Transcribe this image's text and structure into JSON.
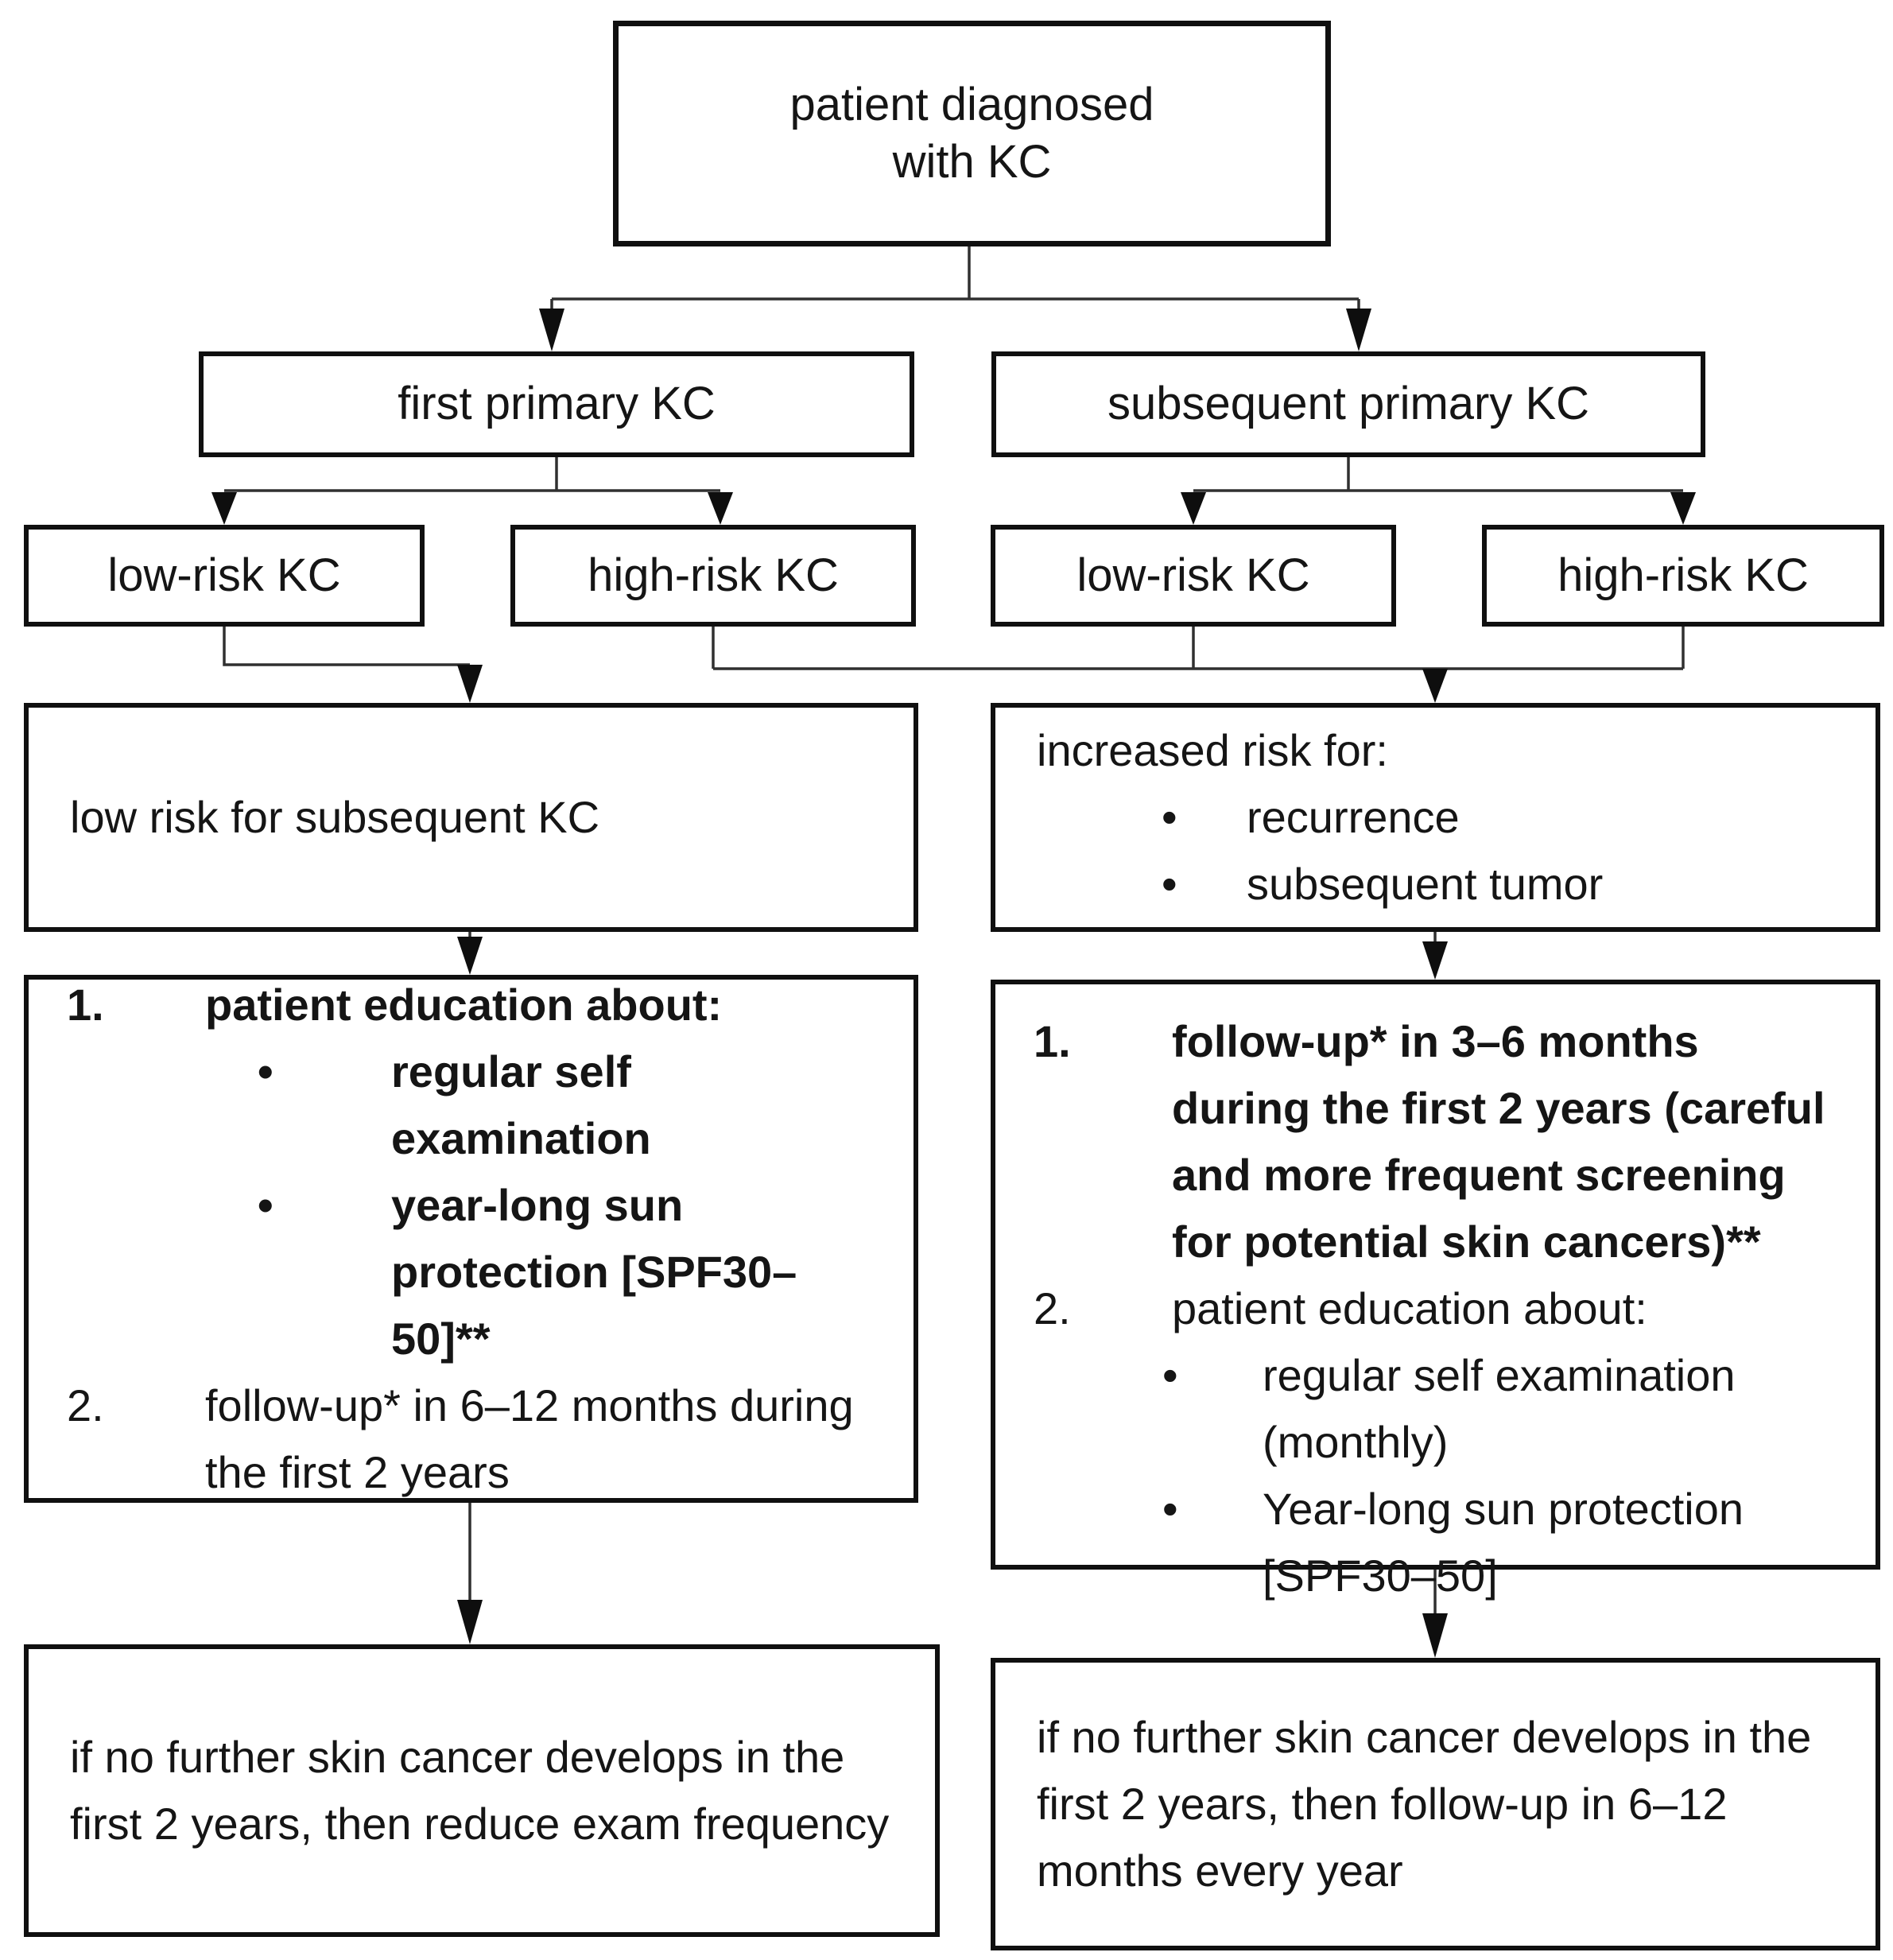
{
  "glyphs": {
    "bullet": "•"
  },
  "boxes": {
    "root": {
      "lines": [
        "patient diagnosed",
        "with KC"
      ]
    },
    "first_primary": {
      "label": "first primary KC"
    },
    "subsequent_primary": {
      "label": "subsequent primary KC"
    },
    "low_risk_first": {
      "label": "low-risk KC"
    },
    "high_risk_first": {
      "label": "high-risk KC"
    },
    "low_risk_subsequent": {
      "label": "low-risk KC"
    },
    "high_risk_subsequent": {
      "label": "high-risk KC"
    },
    "low_risk_outcome": {
      "text": "low risk for subsequent KC"
    },
    "increased_risk_outcome": {
      "intro": "increased risk for:",
      "bullets": [
        "recurrence",
        "subsequent tumor"
      ]
    },
    "plan_low_risk": {
      "item1_num": "1.",
      "item1_text": "patient education about:",
      "bullets": [
        "regular self examination",
        "year-long sun protection [SPF30–50]**"
      ],
      "item2_num": "2.",
      "item2_text": "follow-up* in 6–12 months during the first 2 years"
    },
    "plan_increased_risk": {
      "item1_num": "1.",
      "item1_text": "follow-up* in 3–6 months during the first 2 years (careful and more frequent screening for potential skin cancers)**",
      "item2_num": "2.",
      "item2_text": "patient education about:",
      "bullets": [
        "regular self examination (monthly)",
        "Year-long sun protection [SPF30–50]"
      ]
    },
    "final_low_risk": {
      "text": "if no further skin cancer develops in the first 2 years, then reduce exam frequency"
    },
    "final_increased_risk": {
      "text": "if no further skin cancer develops in the first 2 years, then follow-up in 6–12 months every year"
    }
  }
}
